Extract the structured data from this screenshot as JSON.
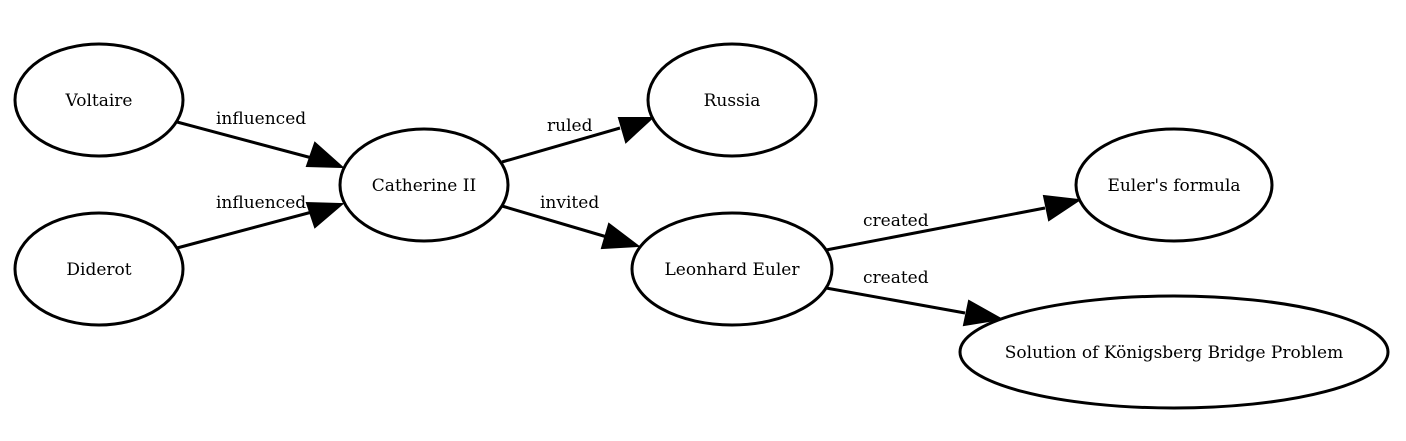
{
  "nodes": {
    "voltaire": "Voltaire",
    "diderot": "Diderot",
    "catherine": "Catherine II",
    "russia": "Russia",
    "euler": "Leonhard Euler",
    "formula": "Euler's formula",
    "konigsberg": "Solution of Königsberg Bridge Problem"
  },
  "edges": {
    "voltaire_catherine": "influenced",
    "diderot_catherine": "influenced",
    "catherine_russia": "ruled",
    "catherine_euler": "invited",
    "euler_formula": "created",
    "euler_konigsberg": "created"
  }
}
